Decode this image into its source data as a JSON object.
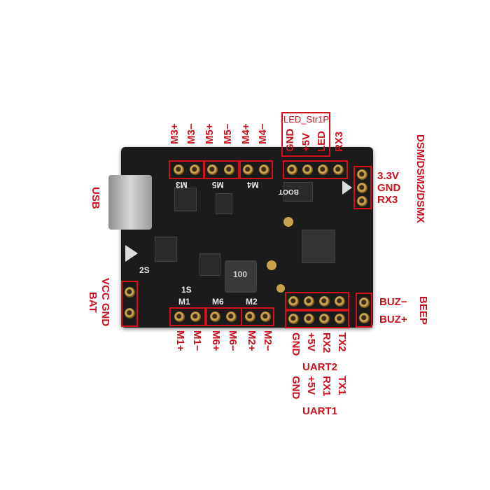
{
  "top_motor_labels": [
    "M3+",
    "M3−",
    "M5+",
    "M5−",
    "M4+",
    "M4−"
  ],
  "led_header": {
    "box_title": "LED_Str1P",
    "pins": [
      "GND",
      "+5V",
      "LED"
    ],
    "rx3_label": "RX3"
  },
  "usb_label": "USB",
  "dsm_label": "DSM/DSM2/DSMX",
  "dsm_pins": [
    "3.3V",
    "GND",
    "RX3"
  ],
  "power_labels": {
    "vcc_gnd": "VCC GND",
    "bat": "BAT"
  },
  "buzzer_pins": [
    "BUZ−",
    "BUZ+"
  ],
  "beep_label": "BEEP",
  "bottom_motor_labels": [
    "M1+",
    "M1−",
    "M6+",
    "M6−",
    "M2+",
    "M2−"
  ],
  "uart2": {
    "pins": [
      "GND",
      "+5V",
      "RX2",
      "TX2"
    ],
    "title": "UART2"
  },
  "uart1": {
    "pins": [
      "GND",
      "+5V",
      "RX1",
      "TX1"
    ],
    "title": "UART1"
  },
  "silkscreen": [
    "M3",
    "M5",
    "M4",
    "M1",
    "M6",
    "M2",
    "2S",
    "1S",
    "100",
    "BOOT"
  ]
}
